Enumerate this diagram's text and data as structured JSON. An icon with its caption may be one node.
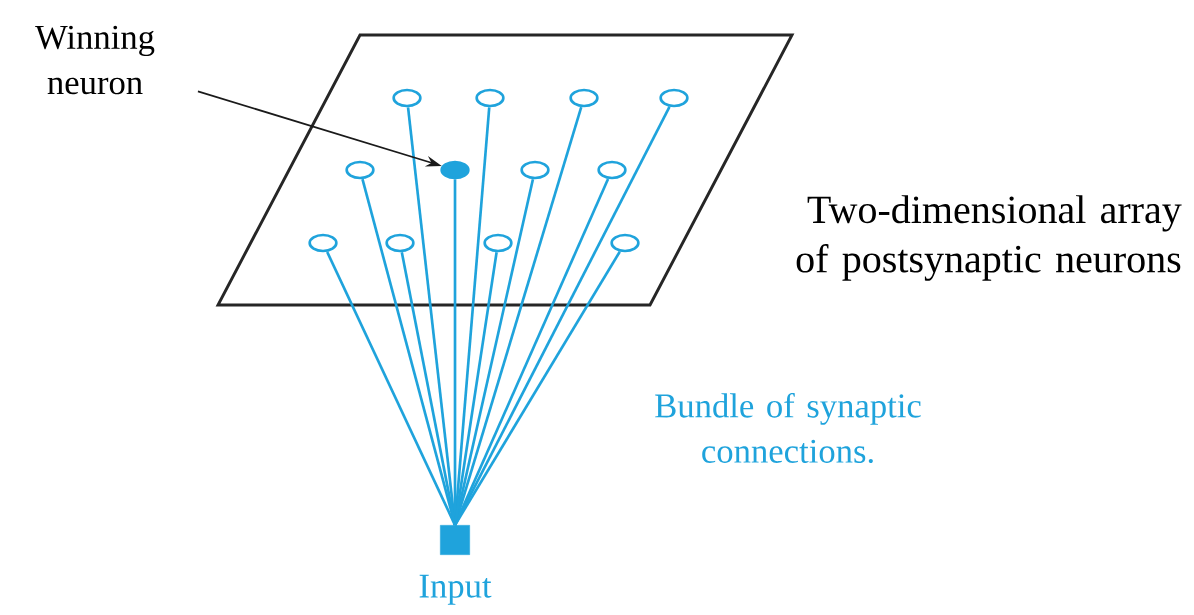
{
  "diagram": {
    "nodes": [
      {
        "text": [],
        "shape": "parallelogram",
        "beside": [
          "Two-dimensional array of postsynaptic neurons"
        ]
      },
      {
        "text": [],
        "shape": "circle",
        "in": 0
      },
      {
        "text": [],
        "shape": "circle",
        "in": 0
      },
      {
        "text": [],
        "shape": "circle",
        "in": 0
      },
      {
        "text": [],
        "shape": "circle",
        "in": 0
      },
      {
        "text": [],
        "shape": "circle",
        "in": 0
      },
      {
        "text": [],
        "shape": "dot",
        "in": 0
      },
      {
        "text": [],
        "shape": "circle",
        "in": 0
      },
      {
        "text": [],
        "shape": "circle",
        "in": 0
      },
      {
        "text": [],
        "shape": "circle",
        "in": 0
      },
      {
        "text": [],
        "shape": "circle",
        "in": 0
      },
      {
        "text": [],
        "shape": "circle",
        "in": 0
      },
      {
        "text": [],
        "shape": "circle",
        "in": 0
      },
      {
        "text": [],
        "shape": "box",
        "beside": [
          "Input"
        ]
      },
      {
        "text": [
          "Winning neuron"
        ]
      }
    ],
    "edges": [
      {
        "from": 13,
        "to": 1,
        "arrow": "none"
      },
      {
        "from": 13,
        "to": 2,
        "arrow": "none"
      },
      {
        "from": 13,
        "to": 3,
        "arrow": "none"
      },
      {
        "from": 13,
        "to": 4,
        "arrow": "none"
      },
      {
        "from": 13,
        "to": 5,
        "arrow": "none"
      },
      {
        "from": 13,
        "to": 6,
        "arrow": "none"
      },
      {
        "from": 13,
        "to": 7,
        "arrow": "none"
      },
      {
        "from": 13,
        "to": 8,
        "arrow": "none"
      },
      {
        "from": 13,
        "to": 9,
        "arrow": "none"
      },
      {
        "from": 13,
        "to": 10,
        "arrow": "none"
      },
      {
        "from": 13,
        "to": 11,
        "arrow": "none"
      },
      {
        "from": 13,
        "to": 12,
        "arrow": "none"
      },
      {
        "from": 14,
        "to": 6,
        "arrow": "to",
        "color": "#1a1a1a"
      }
    ],
    "labels": [
      "Bundle of synaptic connections."
    ]
  }
}
